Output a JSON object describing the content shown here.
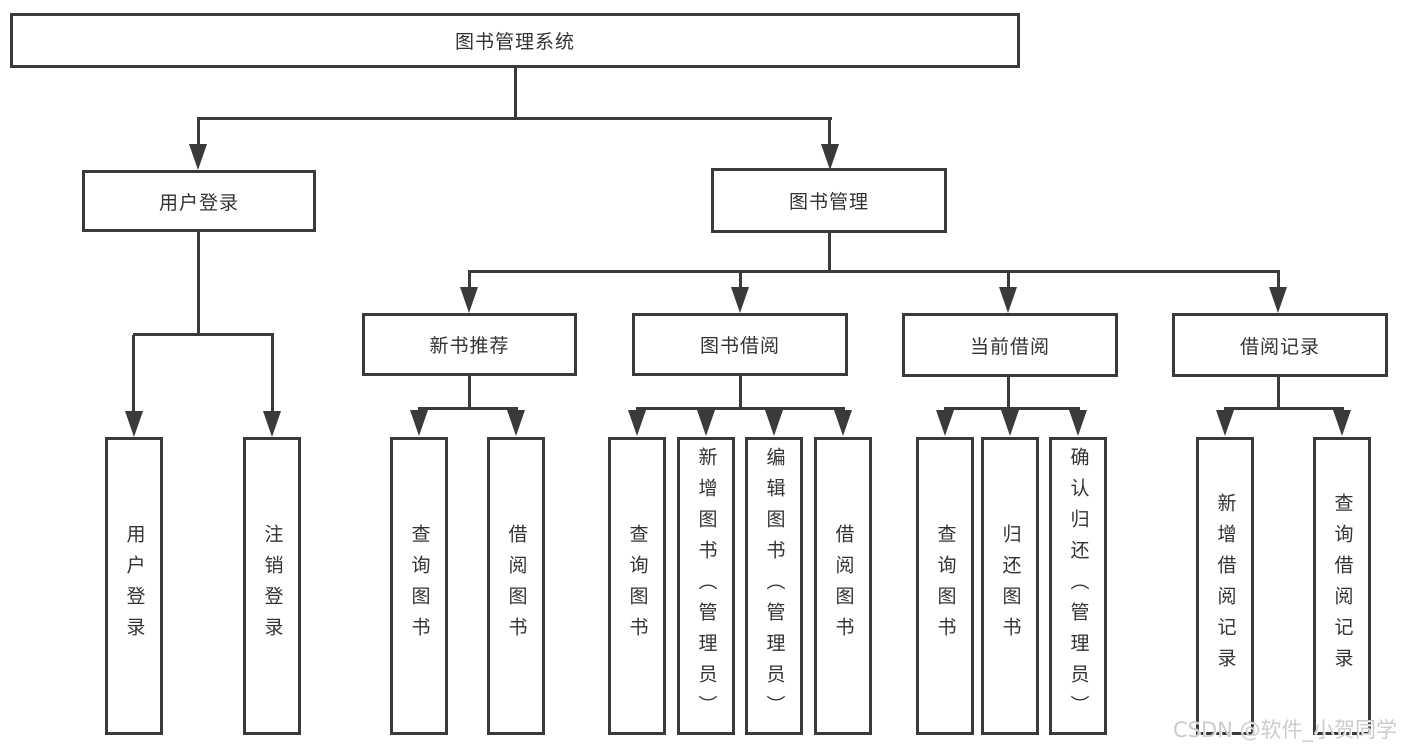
{
  "diagram": {
    "root": {
      "label": "图书管理系统"
    },
    "branches": [
      {
        "label": "用户登录",
        "children": [
          {
            "label": "用户登录"
          },
          {
            "label": "注销登录"
          }
        ]
      },
      {
        "label": "图书管理",
        "children": [
          {
            "label": "新书推荐",
            "children": [
              {
                "label": "查询图书"
              },
              {
                "label": "借阅图书"
              }
            ]
          },
          {
            "label": "图书借阅",
            "children": [
              {
                "label": "查询图书"
              },
              {
                "label": "新增图书（管理员）"
              },
              {
                "label": "编辑图书（管理员）"
              },
              {
                "label": "借阅图书"
              }
            ]
          },
          {
            "label": "当前借阅",
            "children": [
              {
                "label": "查询图书"
              },
              {
                "label": "归还图书"
              },
              {
                "label": "确认归还（管理员）"
              }
            ]
          },
          {
            "label": "借阅记录",
            "children": [
              {
                "label": "新增借阅记录"
              },
              {
                "label": "查询借阅记录"
              }
            ]
          }
        ]
      }
    ]
  },
  "watermark": {
    "text": "CSDN @软件_小贺同学"
  },
  "colors": {
    "line": "#3a3a3a",
    "text": "#333333",
    "watermark": "#cccccc",
    "background": "#ffffff"
  }
}
